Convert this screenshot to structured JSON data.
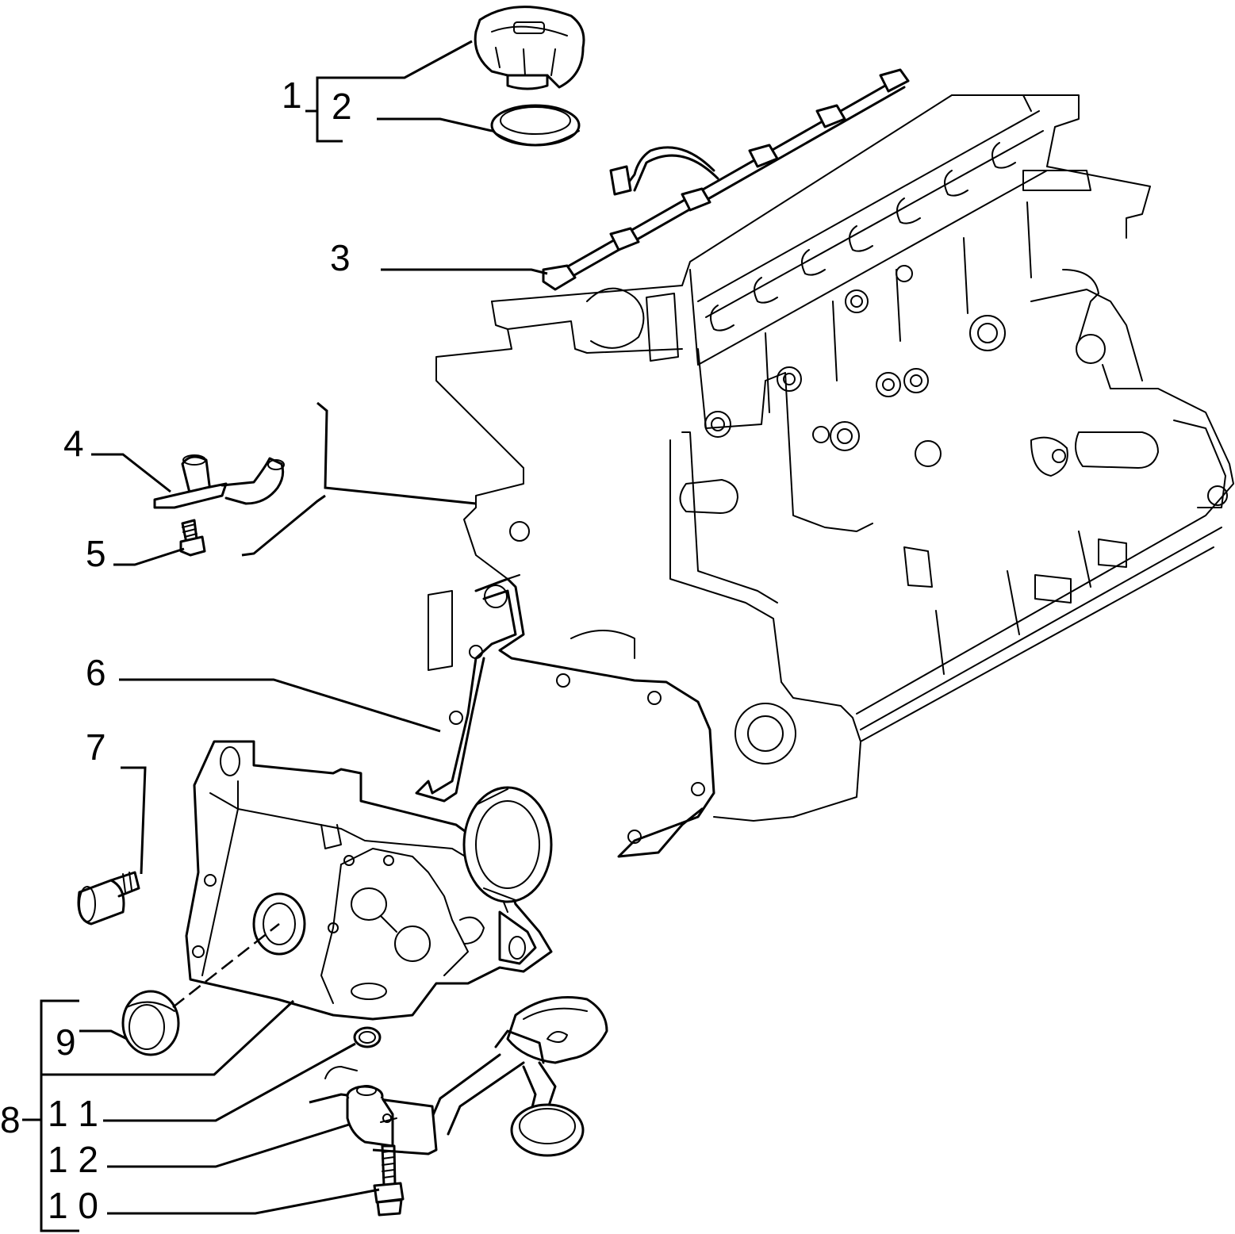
{
  "callouts": [
    {
      "id": "1",
      "text": "1"
    },
    {
      "id": "2",
      "text": "2"
    },
    {
      "id": "3",
      "text": "3"
    },
    {
      "id": "4",
      "text": "4"
    },
    {
      "id": "5",
      "text": "5"
    },
    {
      "id": "6",
      "text": "6"
    },
    {
      "id": "7",
      "text": "7"
    },
    {
      "id": "8",
      "text": "8"
    },
    {
      "id": "9",
      "text": "9"
    },
    {
      "id": "10",
      "text": "1 0"
    },
    {
      "id": "11",
      "text": "1 1"
    },
    {
      "id": "12",
      "text": "1 2"
    }
  ],
  "parts": [
    {
      "ref": "1",
      "icon": "oil-filler-cap-icon"
    },
    {
      "ref": "2",
      "icon": "cap-seal-ring-icon"
    },
    {
      "ref": "3",
      "icon": "oil-spray-tube-icon"
    },
    {
      "ref": "4",
      "icon": "oil-jet-nozzle-icon"
    },
    {
      "ref": "5",
      "icon": "screw-icon"
    },
    {
      "ref": "6",
      "icon": "gasket-icon"
    },
    {
      "ref": "7",
      "icon": "pressure-switch-icon"
    },
    {
      "ref": "8",
      "icon": "oil-pump-assembly-icon"
    },
    {
      "ref": "9",
      "icon": "shaft-seal-icon"
    },
    {
      "ref": "10",
      "icon": "bolt-icon"
    },
    {
      "ref": "11",
      "icon": "o-ring-icon"
    },
    {
      "ref": "12",
      "icon": "oil-strainer-icon"
    }
  ],
  "colors": {
    "ink": "#000000",
    "paper": "#ffffff"
  }
}
